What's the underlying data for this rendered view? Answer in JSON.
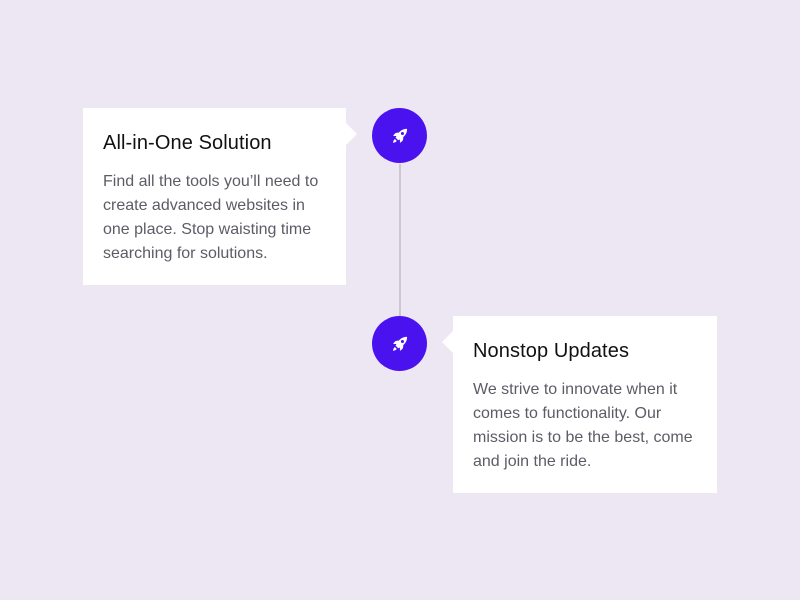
{
  "colors": {
    "background": "#ede7f4",
    "accent": "#4b12f0",
    "card": "#ffffff",
    "line": "#c9c9cc"
  },
  "timeline": {
    "items": [
      {
        "icon": "rocket-icon",
        "title": "All-in-One Solution",
        "text": "Find all the tools you’ll need to create advanced websites in one place. Stop waisting time searching for solutions."
      },
      {
        "icon": "rocket-icon",
        "title": "Nonstop Updates",
        "text": "We strive to innovate when it comes to functionality. Our mission is to be the best, come and join the ride."
      }
    ]
  }
}
